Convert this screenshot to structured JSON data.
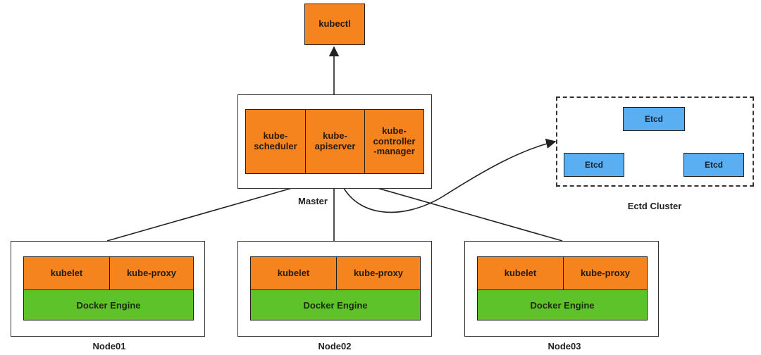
{
  "kubectl": {
    "label": "kubectl"
  },
  "master": {
    "caption": "Master",
    "components": [
      {
        "label": "kube-\nscheduler"
      },
      {
        "label": "kube-\napiserver"
      },
      {
        "label": "kube-\ncontroller\n-manager"
      }
    ]
  },
  "etcd_cluster": {
    "caption": "Ectd Cluster",
    "nodes": [
      {
        "label": "Etcd"
      },
      {
        "label": "Etcd"
      },
      {
        "label": "Etcd"
      }
    ]
  },
  "nodes": [
    {
      "caption": "Node01",
      "kubelet": "kubelet",
      "proxy": "kube-proxy",
      "engine": "Docker Engine"
    },
    {
      "caption": "Node02",
      "kubelet": "kubelet",
      "proxy": "kube-proxy",
      "engine": "Docker Engine"
    },
    {
      "caption": "Node03",
      "kubelet": "kubelet",
      "proxy": "kube-proxy",
      "engine": "Docker Engine"
    }
  ],
  "colors": {
    "component": "#f5841f",
    "docker_engine": "#5ec22a",
    "etcd": "#5aaef2",
    "border": "#333333"
  }
}
